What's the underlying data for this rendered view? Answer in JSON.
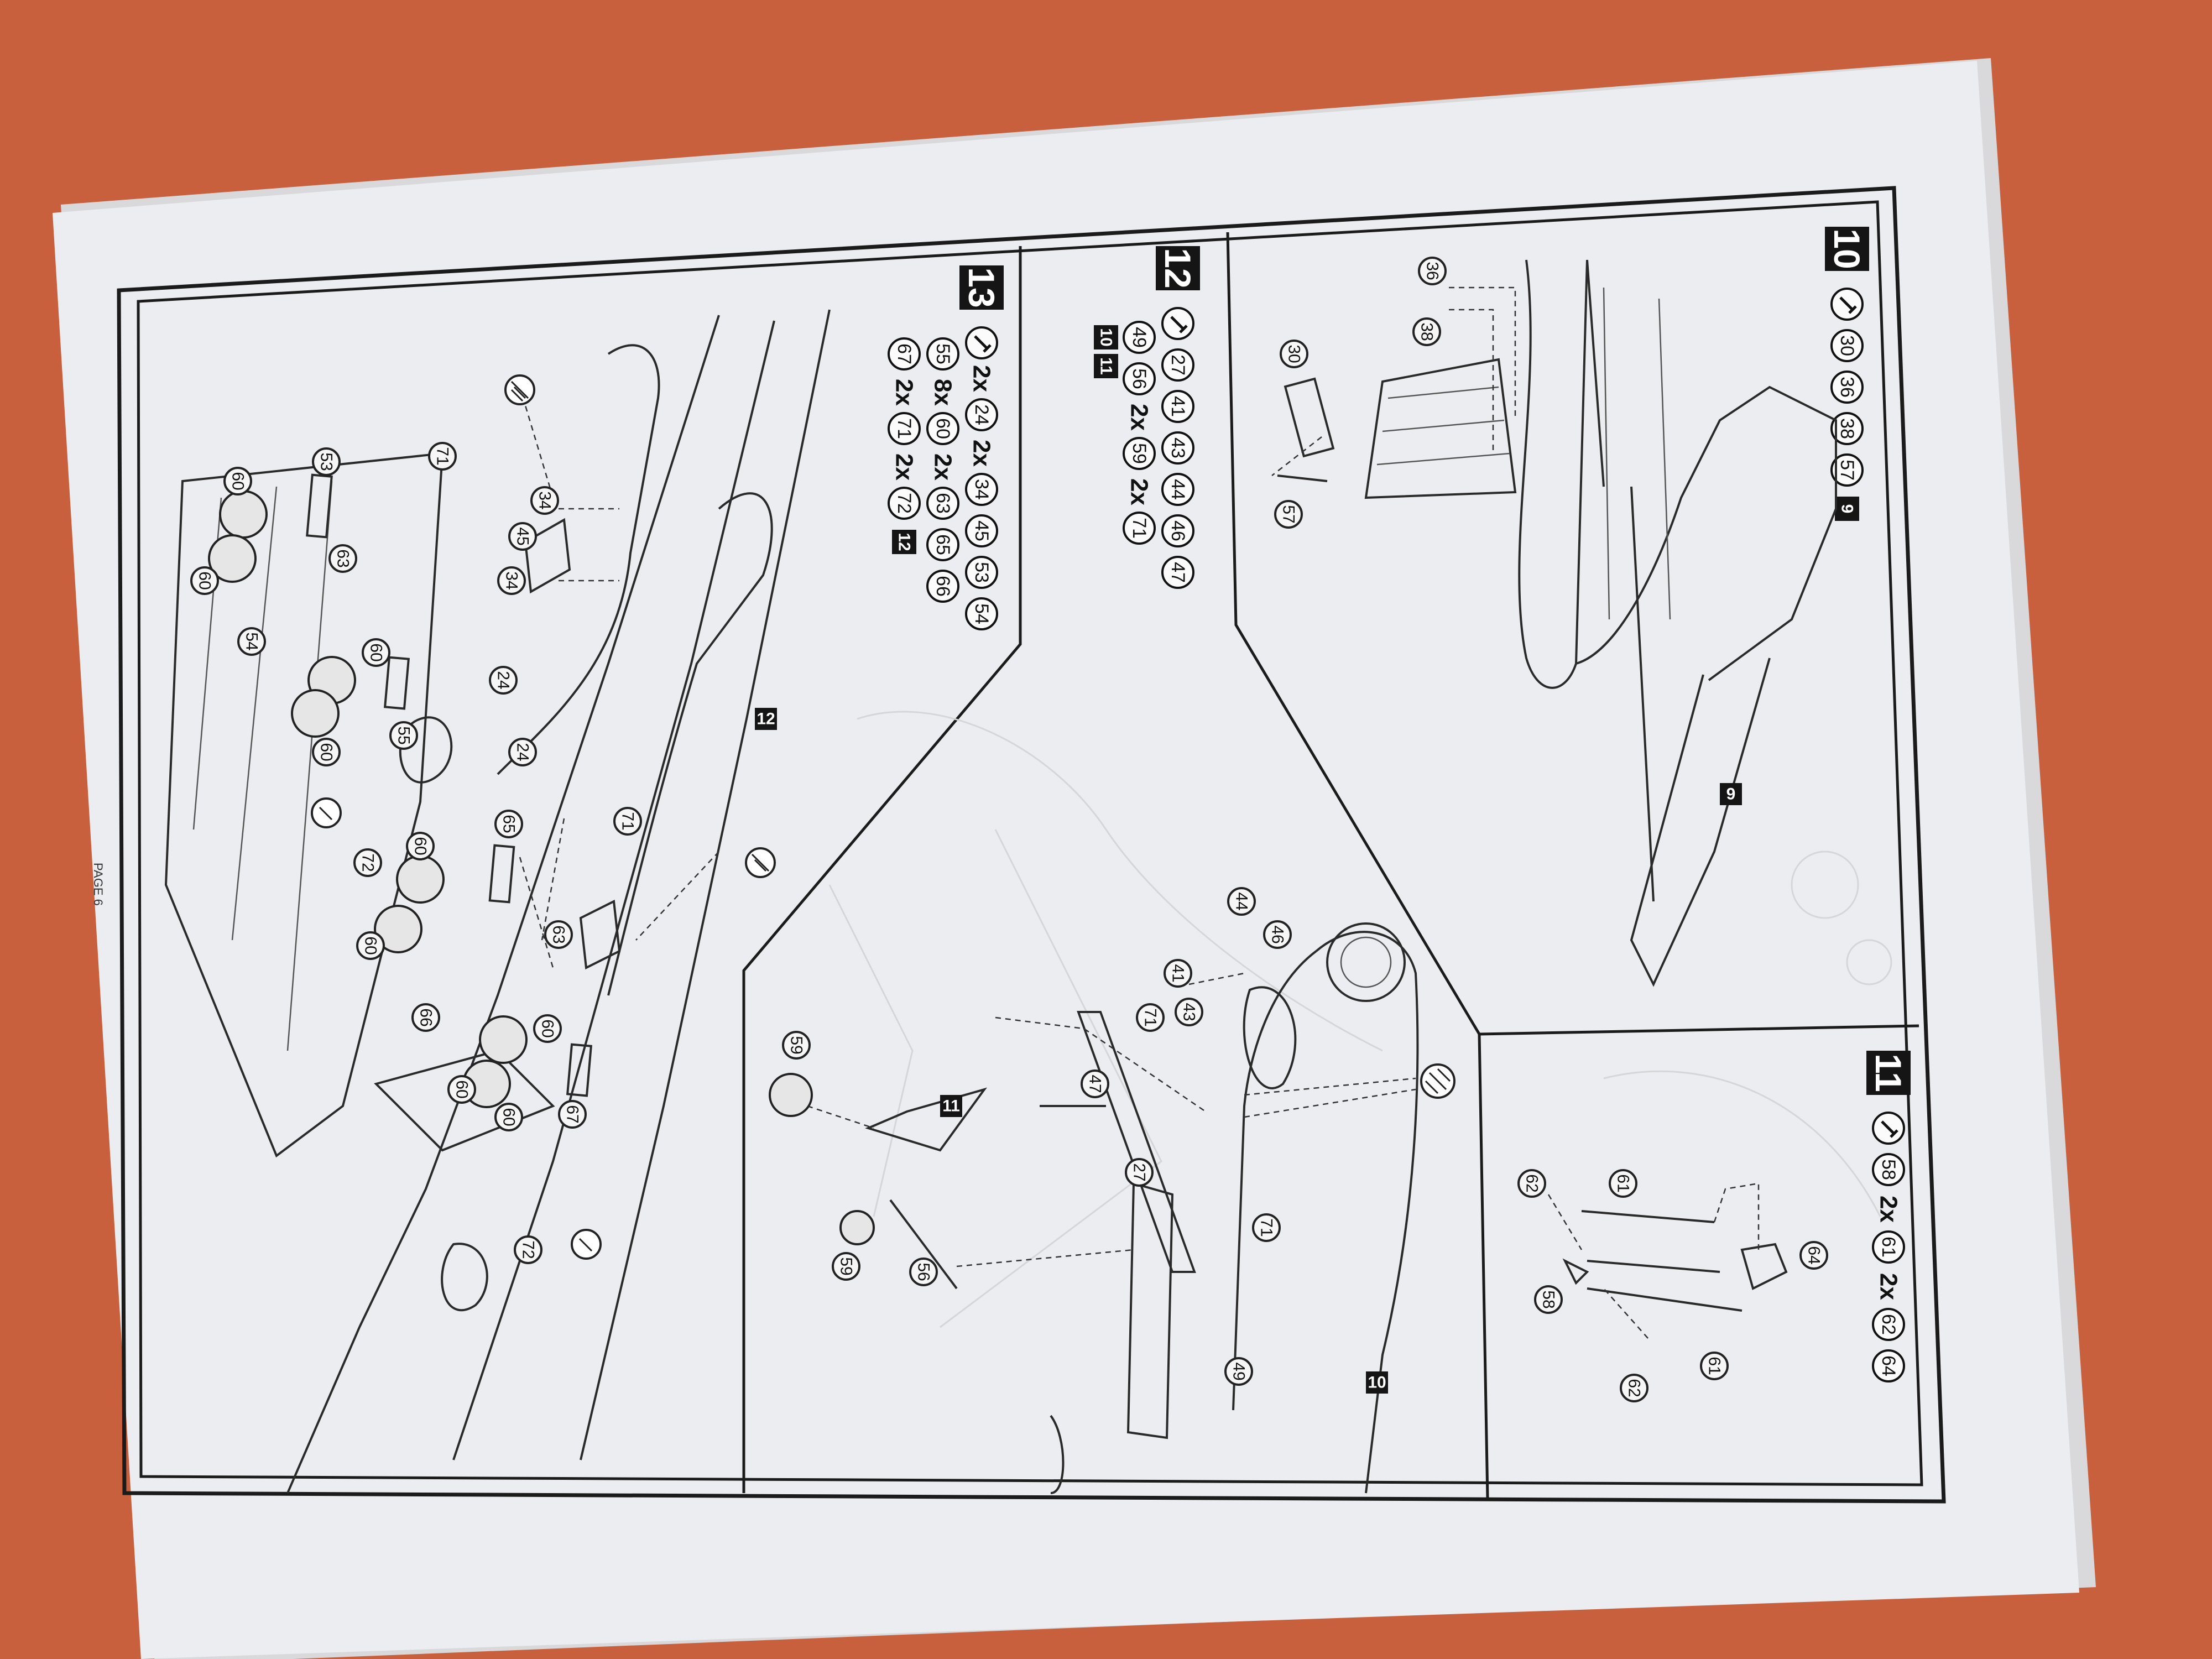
{
  "page": {
    "label": "PAGE 6",
    "colors": {
      "background": "#c8603e",
      "paper": "#ecedf0",
      "ink": "#1b1b1b"
    }
  },
  "steps": {
    "s10": {
      "number": "10",
      "icon": "glue-icon",
      "parts": [
        "30",
        "36",
        "38",
        "57"
      ],
      "ref": "9",
      "callouts": [
        "36",
        "38",
        "30",
        "57"
      ]
    },
    "s11": {
      "number": "11",
      "icon": "glue-icon",
      "parts": [
        {
          "q": "",
          "n": "58"
        },
        {
          "q": "2x",
          "n": "61"
        },
        {
          "q": "2x",
          "n": "62"
        },
        {
          "q": "",
          "n": "64"
        }
      ],
      "callouts": [
        "62",
        "61",
        "64",
        "58",
        "62",
        "61"
      ]
    },
    "s12": {
      "number": "12",
      "icon": "glue-icon",
      "line1": [
        "27",
        "41",
        "43",
        "44",
        "46",
        "47"
      ],
      "line2": [
        {
          "q": "",
          "n": "49"
        },
        {
          "q": "",
          "n": "56"
        },
        {
          "q": "2x",
          "n": "59"
        },
        {
          "q": "2x",
          "n": "71"
        }
      ],
      "refs": [
        "10",
        "11"
      ],
      "callouts": [
        "44",
        "46",
        "41",
        "43",
        "71",
        "47",
        "27",
        "71",
        "49",
        "59",
        "59",
        "56"
      ]
    },
    "s13": {
      "number": "13",
      "icon": "glue-icon",
      "line1": [
        {
          "q": "2x",
          "n": "24"
        },
        {
          "q": "2x",
          "n": "34"
        },
        {
          "q": "",
          "n": "45"
        },
        {
          "q": "",
          "n": "53"
        },
        {
          "q": "",
          "n": "54"
        }
      ],
      "line2": [
        {
          "q": "",
          "n": "55"
        },
        {
          "q": "8x",
          "n": "60"
        },
        {
          "q": "2x",
          "n": "63"
        },
        {
          "q": "",
          "n": "65"
        },
        {
          "q": "",
          "n": "66"
        }
      ],
      "line3": [
        {
          "q": "",
          "n": "67"
        },
        {
          "q": "2x",
          "n": "71"
        },
        {
          "q": "2x",
          "n": "72"
        }
      ],
      "ref": "12",
      "callouts": [
        "60",
        "53",
        "71",
        "34",
        "45",
        "34",
        "63",
        "60",
        "54",
        "60",
        "60",
        "24",
        "55",
        "24",
        "60",
        "72",
        "65",
        "60",
        "71",
        "63",
        "66",
        "60",
        "60",
        "60",
        "67",
        "72"
      ]
    }
  },
  "view_refs": {
    "s10_view": "9",
    "s12_view": "10",
    "s12_sub": "11",
    "s13_view": "12"
  }
}
